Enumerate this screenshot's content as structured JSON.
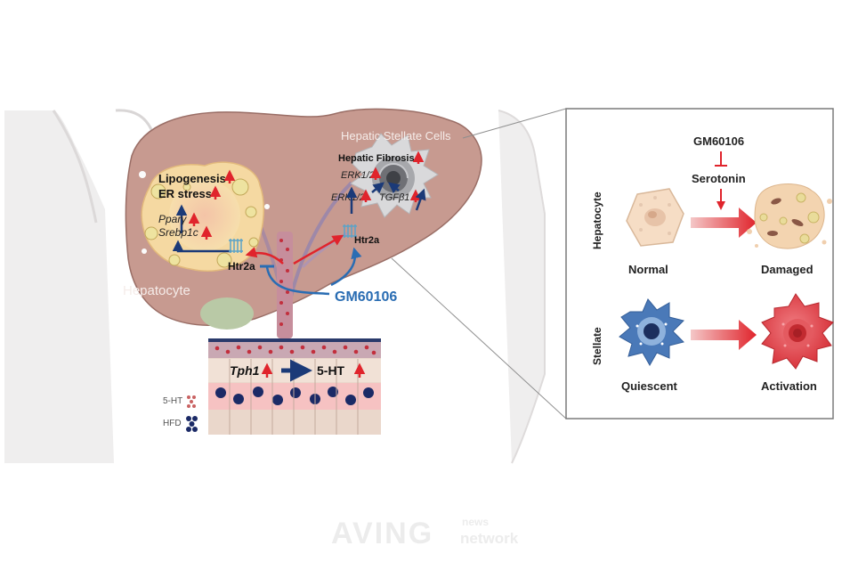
{
  "liver": {
    "stellate_cells_title": "Hepatic Stellate Cells",
    "hepatic_fibrosis": "Hepatic Fibrosis",
    "erk_top": "ERK1/2",
    "erk_mid": "ERK1/2",
    "tgfb1": "TGFβ1",
    "htr2a_stellate": "Htr2a",
    "lipogenesis": "Lipogenesis",
    "er_stress": "ER stress",
    "pparg": "Pparγ",
    "srebp1c": "Srebp1c",
    "htr2a_hepatocyte": "Htr2a",
    "hepatocyte_label": "Hepatocyte",
    "drug": "GM60106"
  },
  "gut": {
    "tph1": "Tph1",
    "ht5": "5-HT"
  },
  "legend": {
    "ht5": "5-HT",
    "hfd": "HFD"
  },
  "panel": {
    "drug": "GM60106",
    "serotonin": "Serotonin",
    "row1_label": "Hepatocyte",
    "row2_label": "Stellate",
    "normal": "Normal",
    "damaged": "Damaged",
    "quiescent": "Quiescent",
    "activation": "Activation"
  },
  "watermark": {
    "main": "AVING",
    "news": "news",
    "network": "network"
  },
  "colors": {
    "liver": "#c79a90",
    "up_arrow": "#e0242c",
    "down_arrow": "#1b3a78",
    "drug_blue": "#2a6db3",
    "stellate_blue": "#4a79b8",
    "activated_red": "#d8353d"
  }
}
